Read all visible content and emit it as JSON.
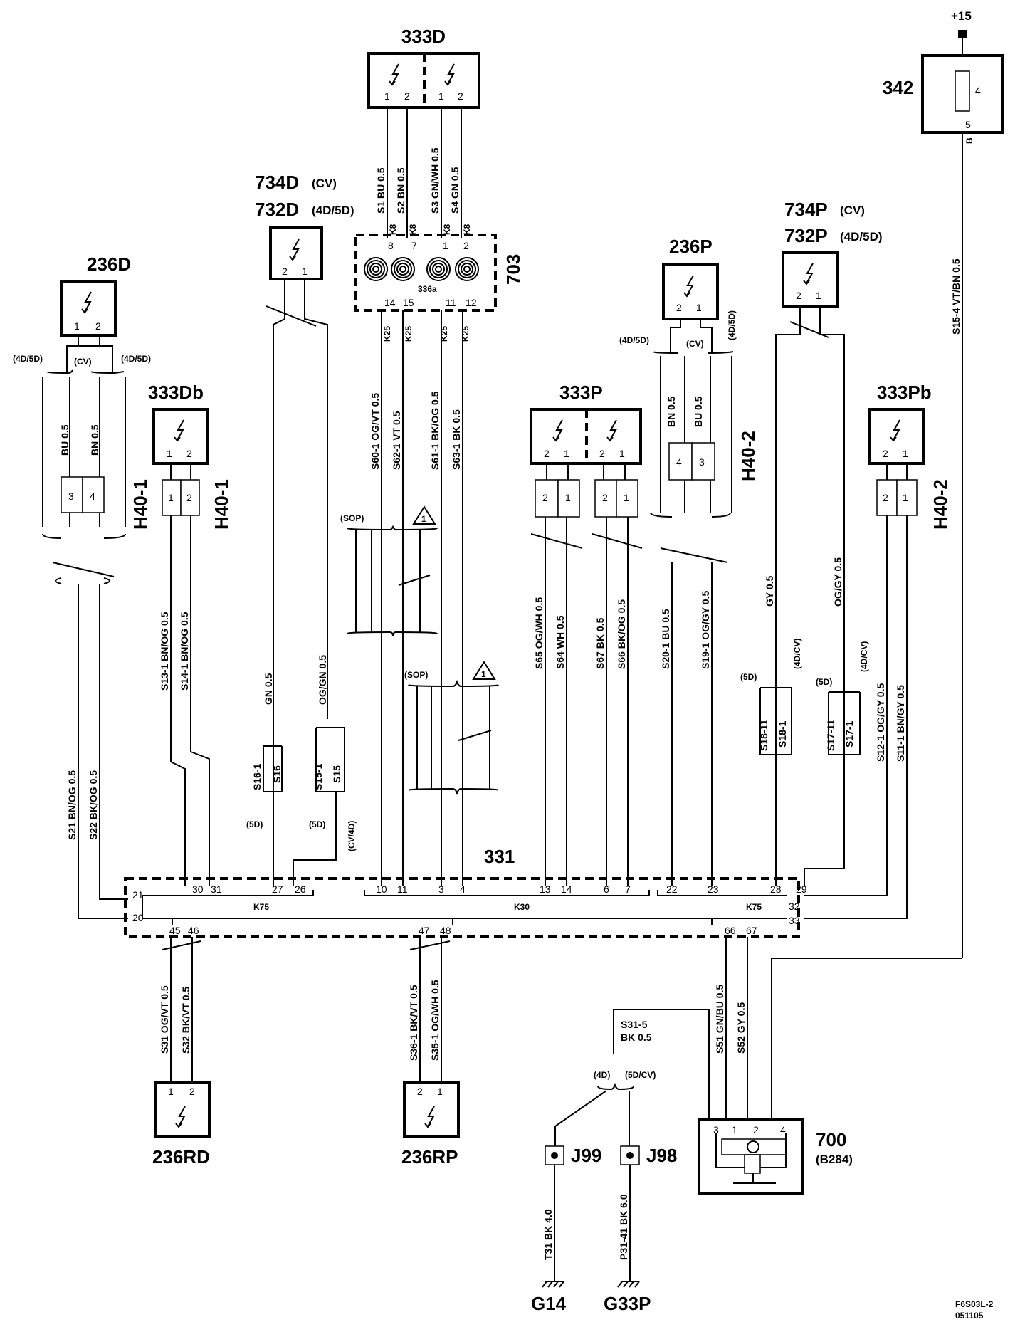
{
  "components": {
    "c333D": "333D",
    "c734D": "734D",
    "c734D_note": "(CV)",
    "c732D": "732D",
    "c732D_note": "(4D/5D)",
    "c236D": "236D",
    "c333Db": "333Db",
    "c703": "703",
    "c336a": "336a",
    "c236P": "236P",
    "c734P": "734P",
    "c734P_note": "(CV)",
    "c732P": "732P",
    "c732P_note": "(4D/5D)",
    "c333P": "333P",
    "c333Pb": "333Pb",
    "c342": "342",
    "plus15": "+15",
    "c331": "331",
    "c700": "700",
    "c700_note": "(B284)",
    "c236RD": "236RD",
    "c236RP": "236RP",
    "J99": "J99",
    "J98": "J98",
    "G14": "G14",
    "G33P": "G33P",
    "H40_1a": "H40-1",
    "H40_1b": "H40-1",
    "H40_2a": "H40-2",
    "H40_2b": "H40-2"
  },
  "variants": {
    "v4d5d_a": "(4D/5D)",
    "cv_a": "(CV)",
    "v4d5d_b": "(4D/5D)",
    "v4d5d_c": "(4D/5D)",
    "cv_b": "(CV)",
    "v4d5d_d": "(4D/5D)",
    "sop_a": "(SOP)",
    "sop_b": "(SOP)",
    "v5d_a": "(5D)",
    "v5d_b": "(5D)",
    "cv4d": "(CV/4D)",
    "v5d_c": "(5D)",
    "v4dcv_a": "(4D/CV)",
    "v5d_d": "(5D)",
    "v4dcv_b": "(4D/CV)",
    "v4d": "(4D)",
    "v5dcv": "(5D/CV)"
  },
  "wires": {
    "S1": "S1 BU 0.5",
    "S2": "S2 BN 0.5",
    "S3": "S3 GN/WH 0.5",
    "S4": "S4 GN 0.5",
    "S15_4": "S15-4 VT/BN 0.5",
    "S60_1": "S60-1 OG/VT 0.5",
    "S62_1": "S62-1 VT 0.5",
    "S61_1": "S61-1 BK/OG 0.5",
    "S63_1": "S63-1 BK 0.5",
    "BU05": "BU 0.5",
    "BN05": "BN 0.5",
    "BN05b": "BN 0.5",
    "BU05b": "BU 0.5",
    "S13_1": "S13-1 BN/OG 0.5",
    "S14_1": "S14-1 BN/OG 0.5",
    "S21": "S21 BN/OG 0.5",
    "S22": "S22 BK/OG 0.5",
    "GN05": "GN 0.5",
    "OGGN05": "OG/GN 0.5",
    "S16_1": "S16-1",
    "S16": "S16",
    "S15_1": "S15-1",
    "S15": "S15",
    "S65": "S65 OG/WH 0.5",
    "S64": "S64 WH 0.5",
    "S67": "S67 BK 0.5",
    "S66": "S66 BK/OG 0.5",
    "S20_1": "S20-1 BU 0.5",
    "S19_1": "S19-1 OG/GY 0.5",
    "GY05": "GY 0.5",
    "OGGY05": "OG/GY 0.5",
    "S18_11": "S18-11",
    "S18_1": "S18-1",
    "S17_11": "S17-11",
    "S17_1": "S17-1",
    "S12_1": "S12-1 OG/GY 0.5",
    "S11_1": "S11-1 BN/GY 0.5",
    "S31": "S31 OG/VT 0.5",
    "S32": "S32 BK/VT 0.5",
    "S36_1": "S36-1 BK/VT 0.5",
    "S35_1": "S35-1 OG/WH 0.5",
    "S31_5": "S31-5",
    "S31_5b": "BK 0.5",
    "S51": "S51 GN/BU 0.5",
    "S52": "S52 GY 0.5",
    "T31": "T31 BK 4.0",
    "P31_41": "P31-41 BK 6.0"
  },
  "connectors": {
    "K8": "K8",
    "K25": "K25",
    "K75": "K75",
    "K30": "K30",
    "B": "B"
  },
  "pins_331": [
    "21",
    "20",
    "30",
    "31",
    "27",
    "26",
    "10",
    "11",
    "3",
    "4",
    "13",
    "14",
    "6",
    "7",
    "22",
    "23",
    "28",
    "29",
    "32",
    "33",
    "45",
    "46",
    "47",
    "48",
    "66",
    "67"
  ],
  "footer": {
    "code": "F6S03L-2",
    "date": "051105"
  },
  "colors": {
    "ink": "#000000",
    "paper": "#ffffff"
  }
}
